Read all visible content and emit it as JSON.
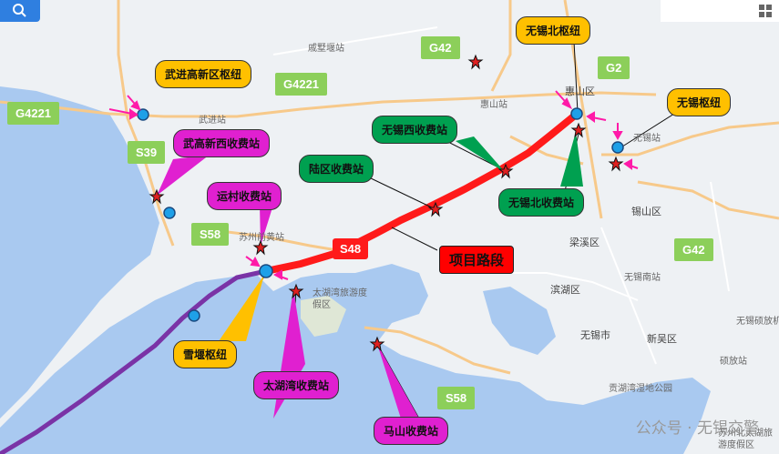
{
  "map": {
    "places": [
      {
        "name": "戚墅堰站"
      },
      {
        "name": "武进站"
      },
      {
        "name": "惠山站"
      },
      {
        "name": "惠山区"
      },
      {
        "name": "锡山区"
      },
      {
        "name": "梁溪区"
      },
      {
        "name": "滨湖区"
      },
      {
        "name": "无锡市"
      },
      {
        "name": "新吴区"
      },
      {
        "name": "无锡南站"
      },
      {
        "name": "无锡站"
      },
      {
        "name": "无锡硕放机"
      },
      {
        "name": "硕放站"
      },
      {
        "name": "太湖湾旅游度假区"
      },
      {
        "name": "苏州前黄站"
      },
      {
        "name": "贡湖湾湿地公园"
      },
      {
        "name": "苏州北太湖旅游度假区"
      }
    ],
    "roads": [
      {
        "label": "G42",
        "color": "#8ccf5a"
      },
      {
        "label": "G2",
        "color": "#8ccf5a"
      },
      {
        "label": "G4221",
        "color": "#8ccf5a"
      },
      {
        "label": "G4221",
        "color": "#8ccf5a"
      },
      {
        "label": "S39",
        "color": "#8ccf5a"
      },
      {
        "label": "S58",
        "color": "#8ccf5a"
      },
      {
        "label": "G42",
        "color": "#8ccf5a"
      },
      {
        "label": "S58",
        "color": "#8ccf5a"
      }
    ],
    "route_label": "S48",
    "project_label": "项目路段",
    "callouts": [
      {
        "text": "无锡北枢纽",
        "kind": "hub"
      },
      {
        "text": "武进高新区枢纽",
        "kind": "hub"
      },
      {
        "text": "无锡枢纽",
        "kind": "hub"
      },
      {
        "text": "无锡西收费站",
        "kind": "toll-green"
      },
      {
        "text": "武高新西收费站",
        "kind": "toll-magenta"
      },
      {
        "text": "陆区收费站",
        "kind": "toll-green"
      },
      {
        "text": "无锡北收费站",
        "kind": "toll-green"
      },
      {
        "text": "运村收费站",
        "kind": "toll-magenta"
      },
      {
        "text": "雪堰枢纽",
        "kind": "hub"
      },
      {
        "text": "太湖湾收费站",
        "kind": "toll-magenta"
      },
      {
        "text": "马山收费站",
        "kind": "toll-magenta"
      }
    ],
    "watermark": "公众号 · 无锡交警",
    "colors": {
      "hub": "#ffc000",
      "toll_green": "#00a050",
      "toll_magenta": "#e020d0",
      "project": "#ff0000",
      "water": "#a9c9f0",
      "route_purple": "#7a33a6"
    }
  }
}
